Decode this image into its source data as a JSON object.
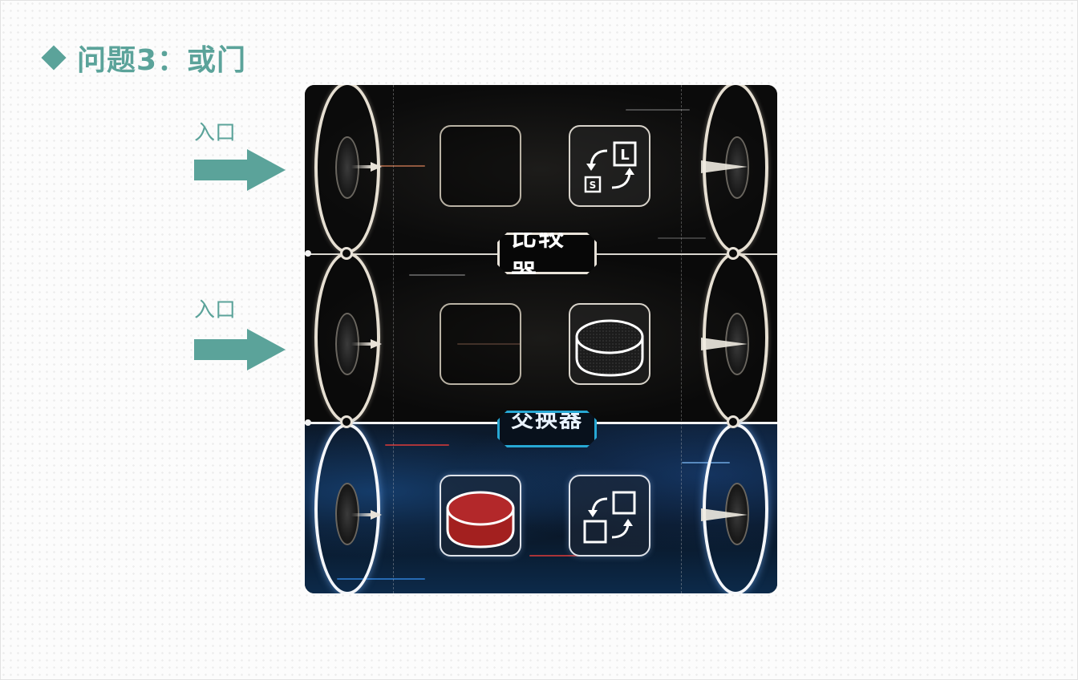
{
  "title": {
    "text": "问题3：或门",
    "icon": "diamond-icon",
    "color": "#5ba39a"
  },
  "entries": [
    {
      "label": "入口",
      "icon": "right-arrow-icon"
    },
    {
      "label": "入口",
      "icon": "right-arrow-icon"
    }
  ],
  "board": {
    "rows": [
      {
        "name": "row-1",
        "slot_left": {
          "state": "empty"
        },
        "slot_right": {
          "tile": "comparator-tile",
          "icon": "swap-s-l-icon",
          "large_letter": "L",
          "small_letter": "S"
        }
      },
      {
        "name": "row-2",
        "slot_left": {
          "state": "empty"
        },
        "slot_right": {
          "tile": "black-disc-token",
          "color": "#1a1a1a"
        }
      },
      {
        "name": "row-3",
        "slot_left": {
          "tile": "red-disc-token",
          "color": "#b3282a"
        },
        "slot_right": {
          "tile": "exchanger-tile",
          "icon": "swap-squares-icon"
        }
      }
    ],
    "labels": {
      "comparator": "比较器",
      "exchanger": "交换器"
    },
    "accent_colors": {
      "blue_label_border": "#27a8d4",
      "roller_border": "#e6dfd2"
    }
  }
}
